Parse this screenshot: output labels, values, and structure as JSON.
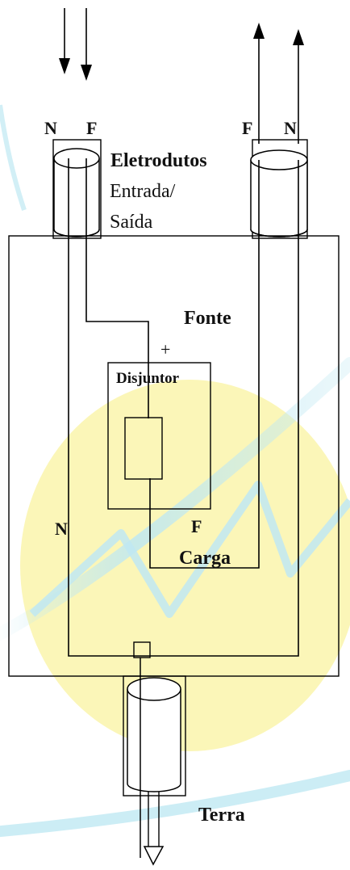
{
  "labels": {
    "in_n": "N",
    "in_f": "F",
    "out_f": "F",
    "out_n": "N",
    "conduits_title": "Eletrodutos",
    "conduits_in": "Entrada/",
    "conduits_out": "Saída",
    "source": "Fonte",
    "plus": "+",
    "breaker": "Disjuntor",
    "neutral_bottom": "N",
    "phase_bottom": "F",
    "load": "Carga",
    "ground": "Terra"
  },
  "colors": {
    "line": "#000000",
    "watermark_yellow": "#fbf6b8",
    "watermark_cyan": "#bfe8f2"
  },
  "icons": {
    "arrow_in": "arrow-down-icon",
    "arrow_out": "arrow-up-icon",
    "conduit": "cylinder-icon",
    "ground_rod": "ground-rod-icon"
  }
}
